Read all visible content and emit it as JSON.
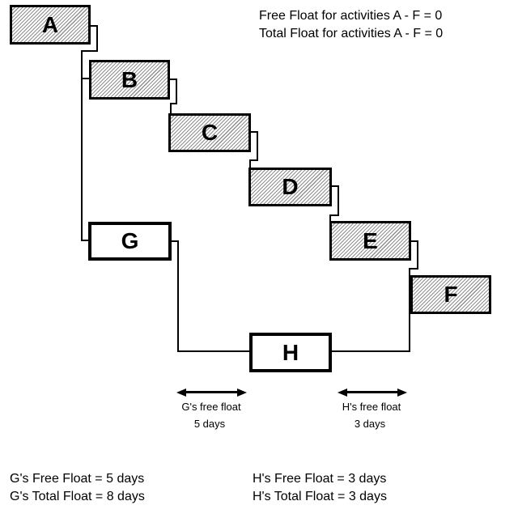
{
  "notes": {
    "free_float_note": "Free Float for activities A - F = 0",
    "total_float_note": "Total Float for activities A - F = 0"
  },
  "activities": [
    {
      "label": "A",
      "style": "hatched"
    },
    {
      "label": "B",
      "style": "hatched"
    },
    {
      "label": "C",
      "style": "hatched"
    },
    {
      "label": "D",
      "style": "hatched"
    },
    {
      "label": "E",
      "style": "hatched"
    },
    {
      "label": "F",
      "style": "hatched"
    },
    {
      "label": "G",
      "style": "open"
    },
    {
      "label": "H",
      "style": "open"
    }
  ],
  "float_annotations": {
    "g": {
      "label": "G's free float",
      "value": "5 days"
    },
    "h": {
      "label": "H's free float",
      "value": "3 days"
    }
  },
  "summary": {
    "g_free": "G's Free Float = 5 days",
    "g_total": "G's Total Float = 8 days",
    "h_free": "H's Free Float = 3 days",
    "h_total": "H's Total Float = 3 days"
  },
  "colors": {
    "background": "#ffffff",
    "box_border": "#000000",
    "hatch_line": "#8f8f8f",
    "text": "#000000"
  }
}
